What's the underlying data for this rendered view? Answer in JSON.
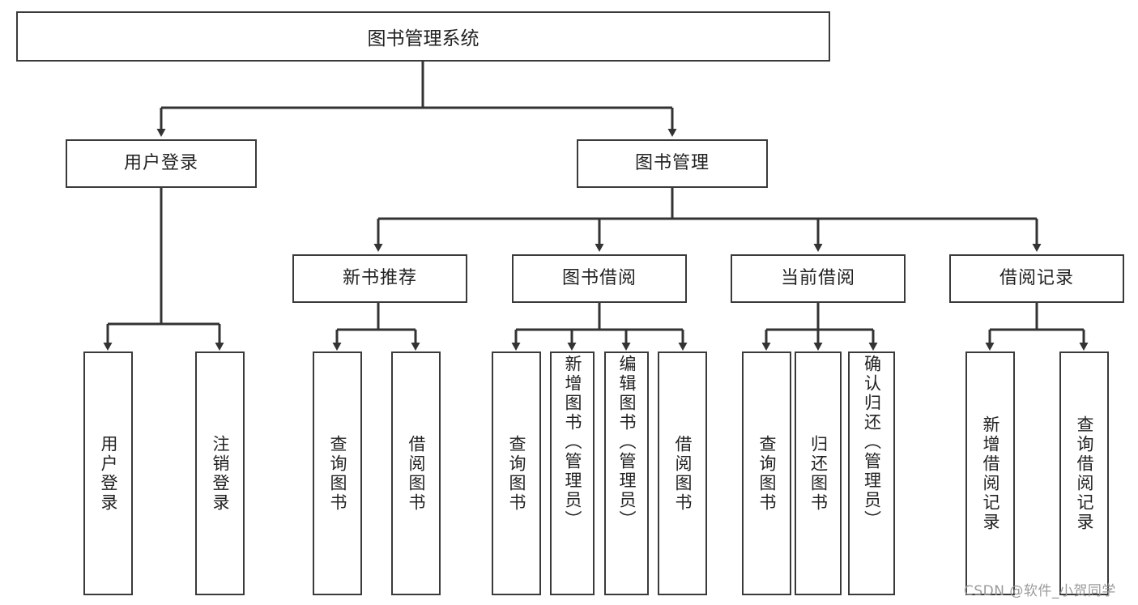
{
  "diagram": {
    "title": "图书管理系统",
    "type": "functional-structure-tree",
    "root": {
      "label": "图书管理系统"
    },
    "level2": [
      {
        "label": "用户登录"
      },
      {
        "label": "图书管理"
      }
    ],
    "level3": [
      {
        "label": "新书推荐"
      },
      {
        "label": "图书借阅"
      },
      {
        "label": "当前借阅"
      },
      {
        "label": "借阅记录"
      }
    ],
    "leaves": [
      {
        "label": "用户登录",
        "parent": "用户登录"
      },
      {
        "label": "注销登录",
        "parent": "用户登录"
      },
      {
        "label": "查询图书",
        "parent": "新书推荐"
      },
      {
        "label": "借阅图书",
        "parent": "新书推荐"
      },
      {
        "label": "查询图书",
        "parent": "图书借阅"
      },
      {
        "label": "新增图书（管理员）",
        "parent": "图书借阅"
      },
      {
        "label": "编辑图书（管理员）",
        "parent": "图书借阅"
      },
      {
        "label": "借阅图书",
        "parent": "图书借阅"
      },
      {
        "label": "查询图书",
        "parent": "当前借阅"
      },
      {
        "label": "归还图书",
        "parent": "当前借阅"
      },
      {
        "label": "确认归还（管理员）",
        "parent": "当前借阅"
      },
      {
        "label": "新增借阅记录",
        "parent": "借阅记录"
      },
      {
        "label": "查询借阅记录",
        "parent": "借阅记录"
      }
    ]
  },
  "watermark": {
    "text": "CSDN @软件_小贺同学"
  },
  "colors": {
    "stroke": "#3a3a3a",
    "text": "#222222",
    "background": "#ffffff",
    "watermark": "#9a9a9a"
  }
}
